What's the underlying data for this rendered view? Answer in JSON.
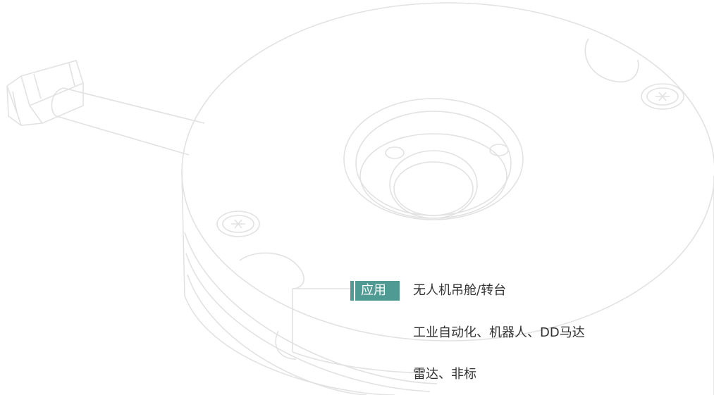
{
  "applications": {
    "tag": "应用",
    "items": [
      "无人机吊舱/转台",
      "工业自动化、机器人、DD马达",
      "雷达、非标"
    ]
  },
  "colors": {
    "accent": "#4f9a93",
    "line_art": "#e4e4e4",
    "text": "#333333"
  }
}
